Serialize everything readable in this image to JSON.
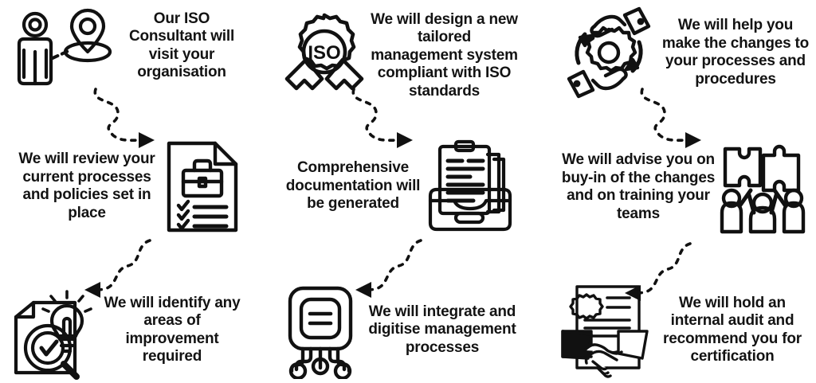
{
  "meta": {
    "background_color": "#ffffff",
    "text_color": "#131313",
    "stroke_color": "#111111",
    "layout": "3 columns x 3 rows, alternating icon/text sides, connected by dashed curved arrows"
  },
  "steps": [
    {
      "id": "step-1",
      "order": 1,
      "column": 1,
      "row": 1,
      "icon_name": "person-location-pin-icon",
      "icon_side": "left",
      "text": "Our ISO Consultant will visit your organisation"
    },
    {
      "id": "step-2",
      "order": 2,
      "column": 1,
      "row": 2,
      "icon_name": "document-briefcase-checklist-icon",
      "icon_side": "right",
      "text": "We will review your current processes and policies set in place"
    },
    {
      "id": "step-3",
      "order": 3,
      "column": 1,
      "row": 3,
      "icon_name": "document-lightbulb-magnifier-check-icon",
      "icon_side": "left",
      "text": "We will identify any areas of improvement required"
    },
    {
      "id": "step-4",
      "order": 4,
      "column": 2,
      "row": 1,
      "icon_name": "iso-award-ribbon-icon",
      "icon_side": "left",
      "text": "We will design a new tailored management system compliant with ISO standards"
    },
    {
      "id": "step-5",
      "order": 5,
      "column": 2,
      "row": 2,
      "icon_name": "clipboard-documents-tray-icon",
      "icon_side": "right",
      "text": "Comprehensive documentation will be generated"
    },
    {
      "id": "step-6",
      "order": 6,
      "column": 2,
      "row": 3,
      "icon_name": "microchip-circuit-icon",
      "icon_side": "left",
      "text": "We will integrate and digitise management processes"
    },
    {
      "id": "step-7",
      "order": 7,
      "column": 3,
      "row": 1,
      "icon_name": "hands-gear-change-icon",
      "icon_side": "left",
      "text": "We will help you make the changes to your processes and procedures"
    },
    {
      "id": "step-8",
      "order": 8,
      "column": 3,
      "row": 2,
      "icon_name": "team-puzzle-icon",
      "icon_side": "right",
      "text": "We will advise you on buy-in of the changes and on training your teams"
    },
    {
      "id": "step-9",
      "order": 9,
      "column": 3,
      "row": 3,
      "icon_name": "handshake-certificate-icon",
      "icon_side": "left",
      "text": "We will hold an internal audit and recommend you for certification"
    }
  ],
  "connectors": [
    {
      "id": "connector-1",
      "from": "step-1",
      "to": "step-2",
      "style": "dashed-curve",
      "direction": "down-right",
      "arrowhead": "right"
    },
    {
      "id": "connector-2",
      "from": "step-2",
      "to": "step-3",
      "style": "dashed-curve",
      "direction": "down-left",
      "arrowhead": "left"
    },
    {
      "id": "connector-3",
      "from": "step-4",
      "to": "step-5",
      "style": "dashed-curve",
      "direction": "down-right",
      "arrowhead": "right"
    },
    {
      "id": "connector-4",
      "from": "step-5",
      "to": "step-6",
      "style": "dashed-curve",
      "direction": "down-left",
      "arrowhead": "left"
    },
    {
      "id": "connector-5",
      "from": "step-7",
      "to": "step-8",
      "style": "dashed-curve",
      "direction": "down-right",
      "arrowhead": "right"
    },
    {
      "id": "connector-6",
      "from": "step-8",
      "to": "step-9",
      "style": "dashed-curve",
      "direction": "down-left",
      "arrowhead": "left"
    }
  ]
}
